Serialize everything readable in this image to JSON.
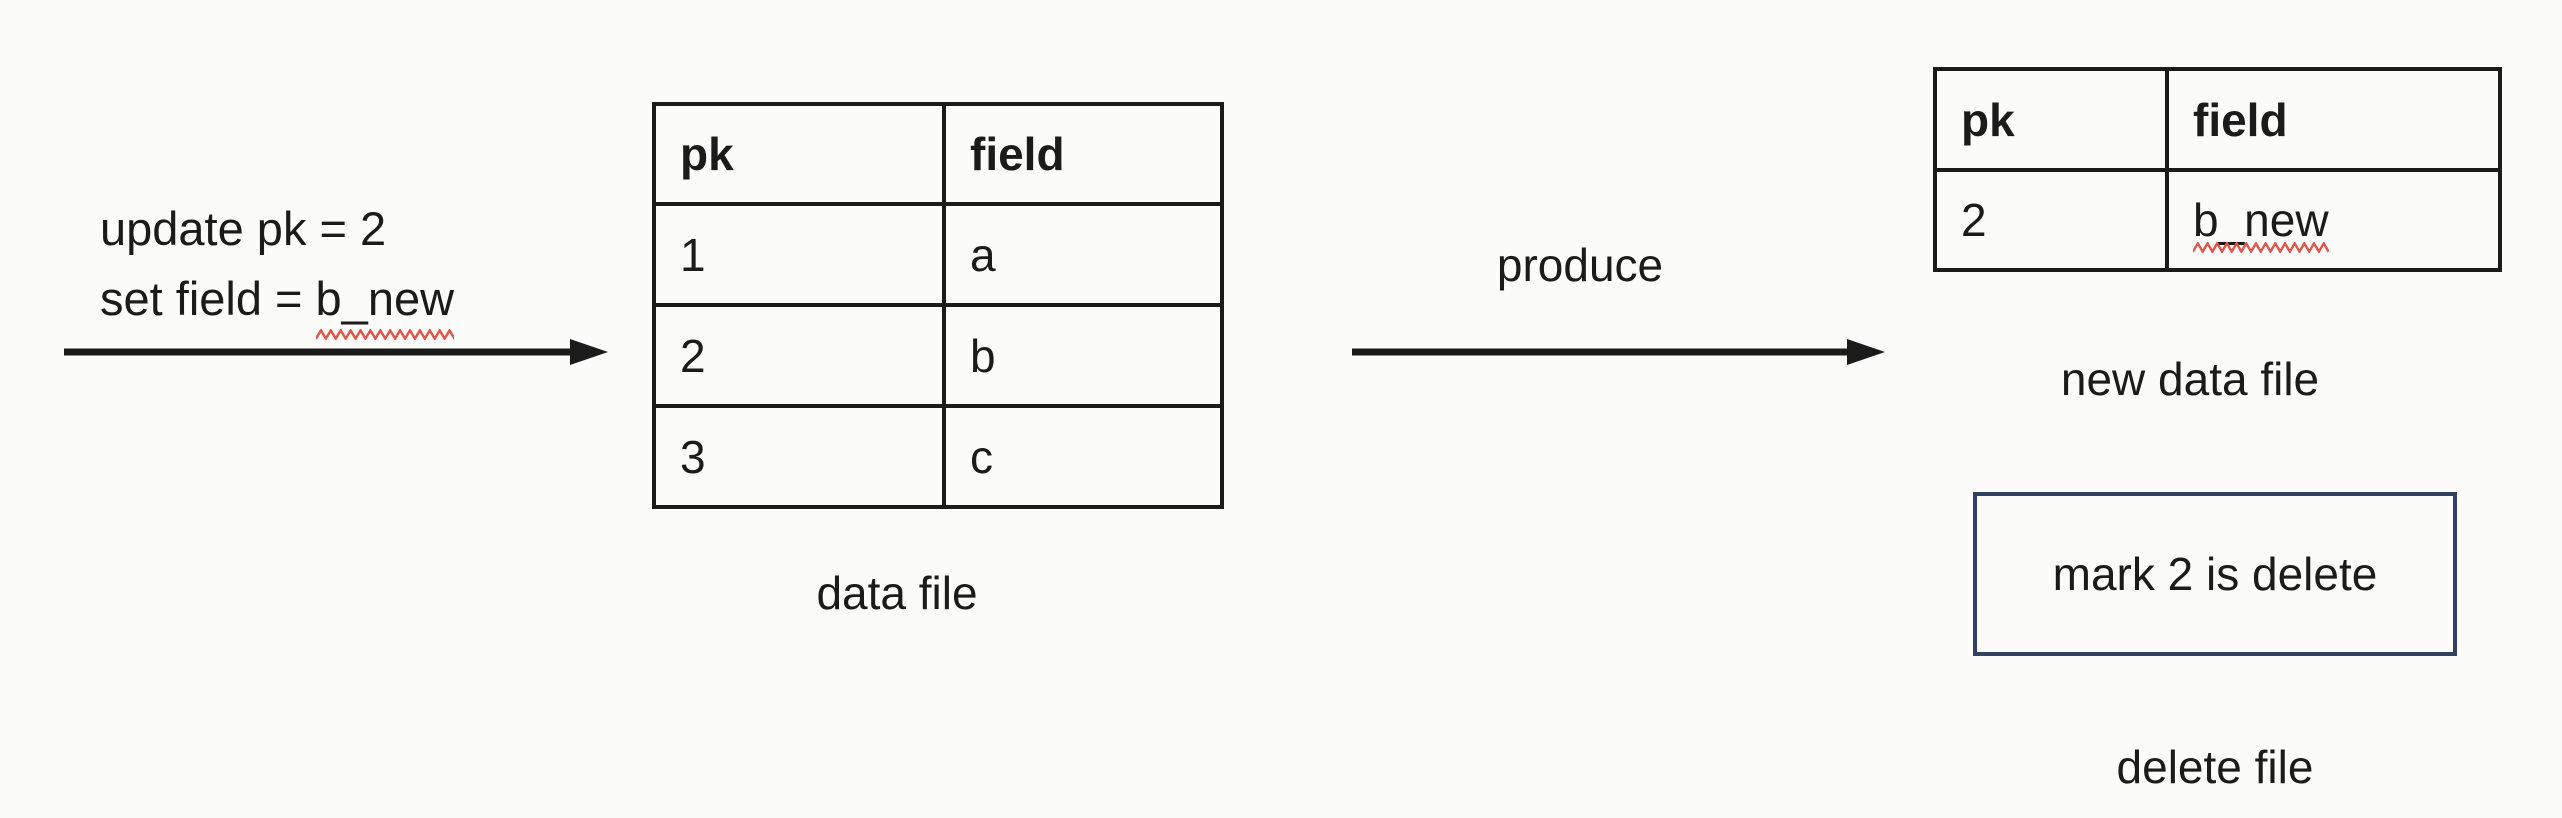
{
  "colors": {
    "bg": "#fbfbf9",
    "ink": "#1b1b1b",
    "box_border": "#31415f",
    "squiggle": "#e0564a"
  },
  "annotation": {
    "line1": "update pk = 2",
    "line2_prefix": "set field = ",
    "line2_word": "b_new"
  },
  "produce_label": "produce",
  "data_file": {
    "headers": [
      "pk",
      "field"
    ],
    "rows": [
      [
        "1",
        "a"
      ],
      [
        "2",
        "b"
      ],
      [
        "3",
        "c"
      ]
    ],
    "caption": "data file"
  },
  "new_data_file": {
    "headers": [
      "pk",
      "field"
    ],
    "rows": [
      [
        "2",
        "b_new"
      ]
    ],
    "caption": "new data file"
  },
  "delete_box": {
    "label": "mark 2 is delete",
    "caption": "delete file"
  }
}
